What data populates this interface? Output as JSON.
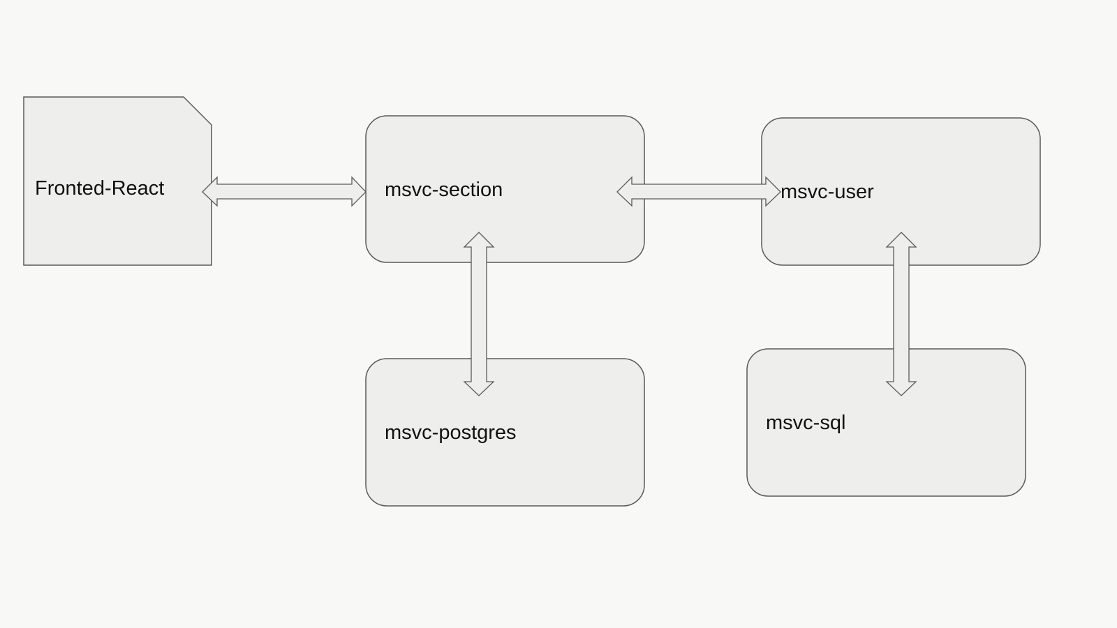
{
  "nodes": {
    "frontend": {
      "label": "Fronted-React",
      "shape": "folded-corner-page"
    },
    "section": {
      "label": "msvc-section",
      "shape": "rounded-box"
    },
    "user": {
      "label": "msvc-user",
      "shape": "rounded-box"
    },
    "postgres": {
      "label": "msvc-postgres",
      "shape": "rounded-box"
    },
    "sql": {
      "label": "msvc-sql",
      "shape": "rounded-box"
    }
  },
  "edges": [
    {
      "from": "frontend",
      "to": "section",
      "direction": "bidirectional"
    },
    {
      "from": "section",
      "to": "user",
      "direction": "bidirectional"
    },
    {
      "from": "section",
      "to": "postgres",
      "direction": "bidirectional"
    },
    {
      "from": "user",
      "to": "sql",
      "direction": "bidirectional"
    }
  ],
  "colors": {
    "background": "#f8f9f7",
    "node_fill": "#eeefed",
    "stroke": "#595959",
    "text": "#111111"
  }
}
